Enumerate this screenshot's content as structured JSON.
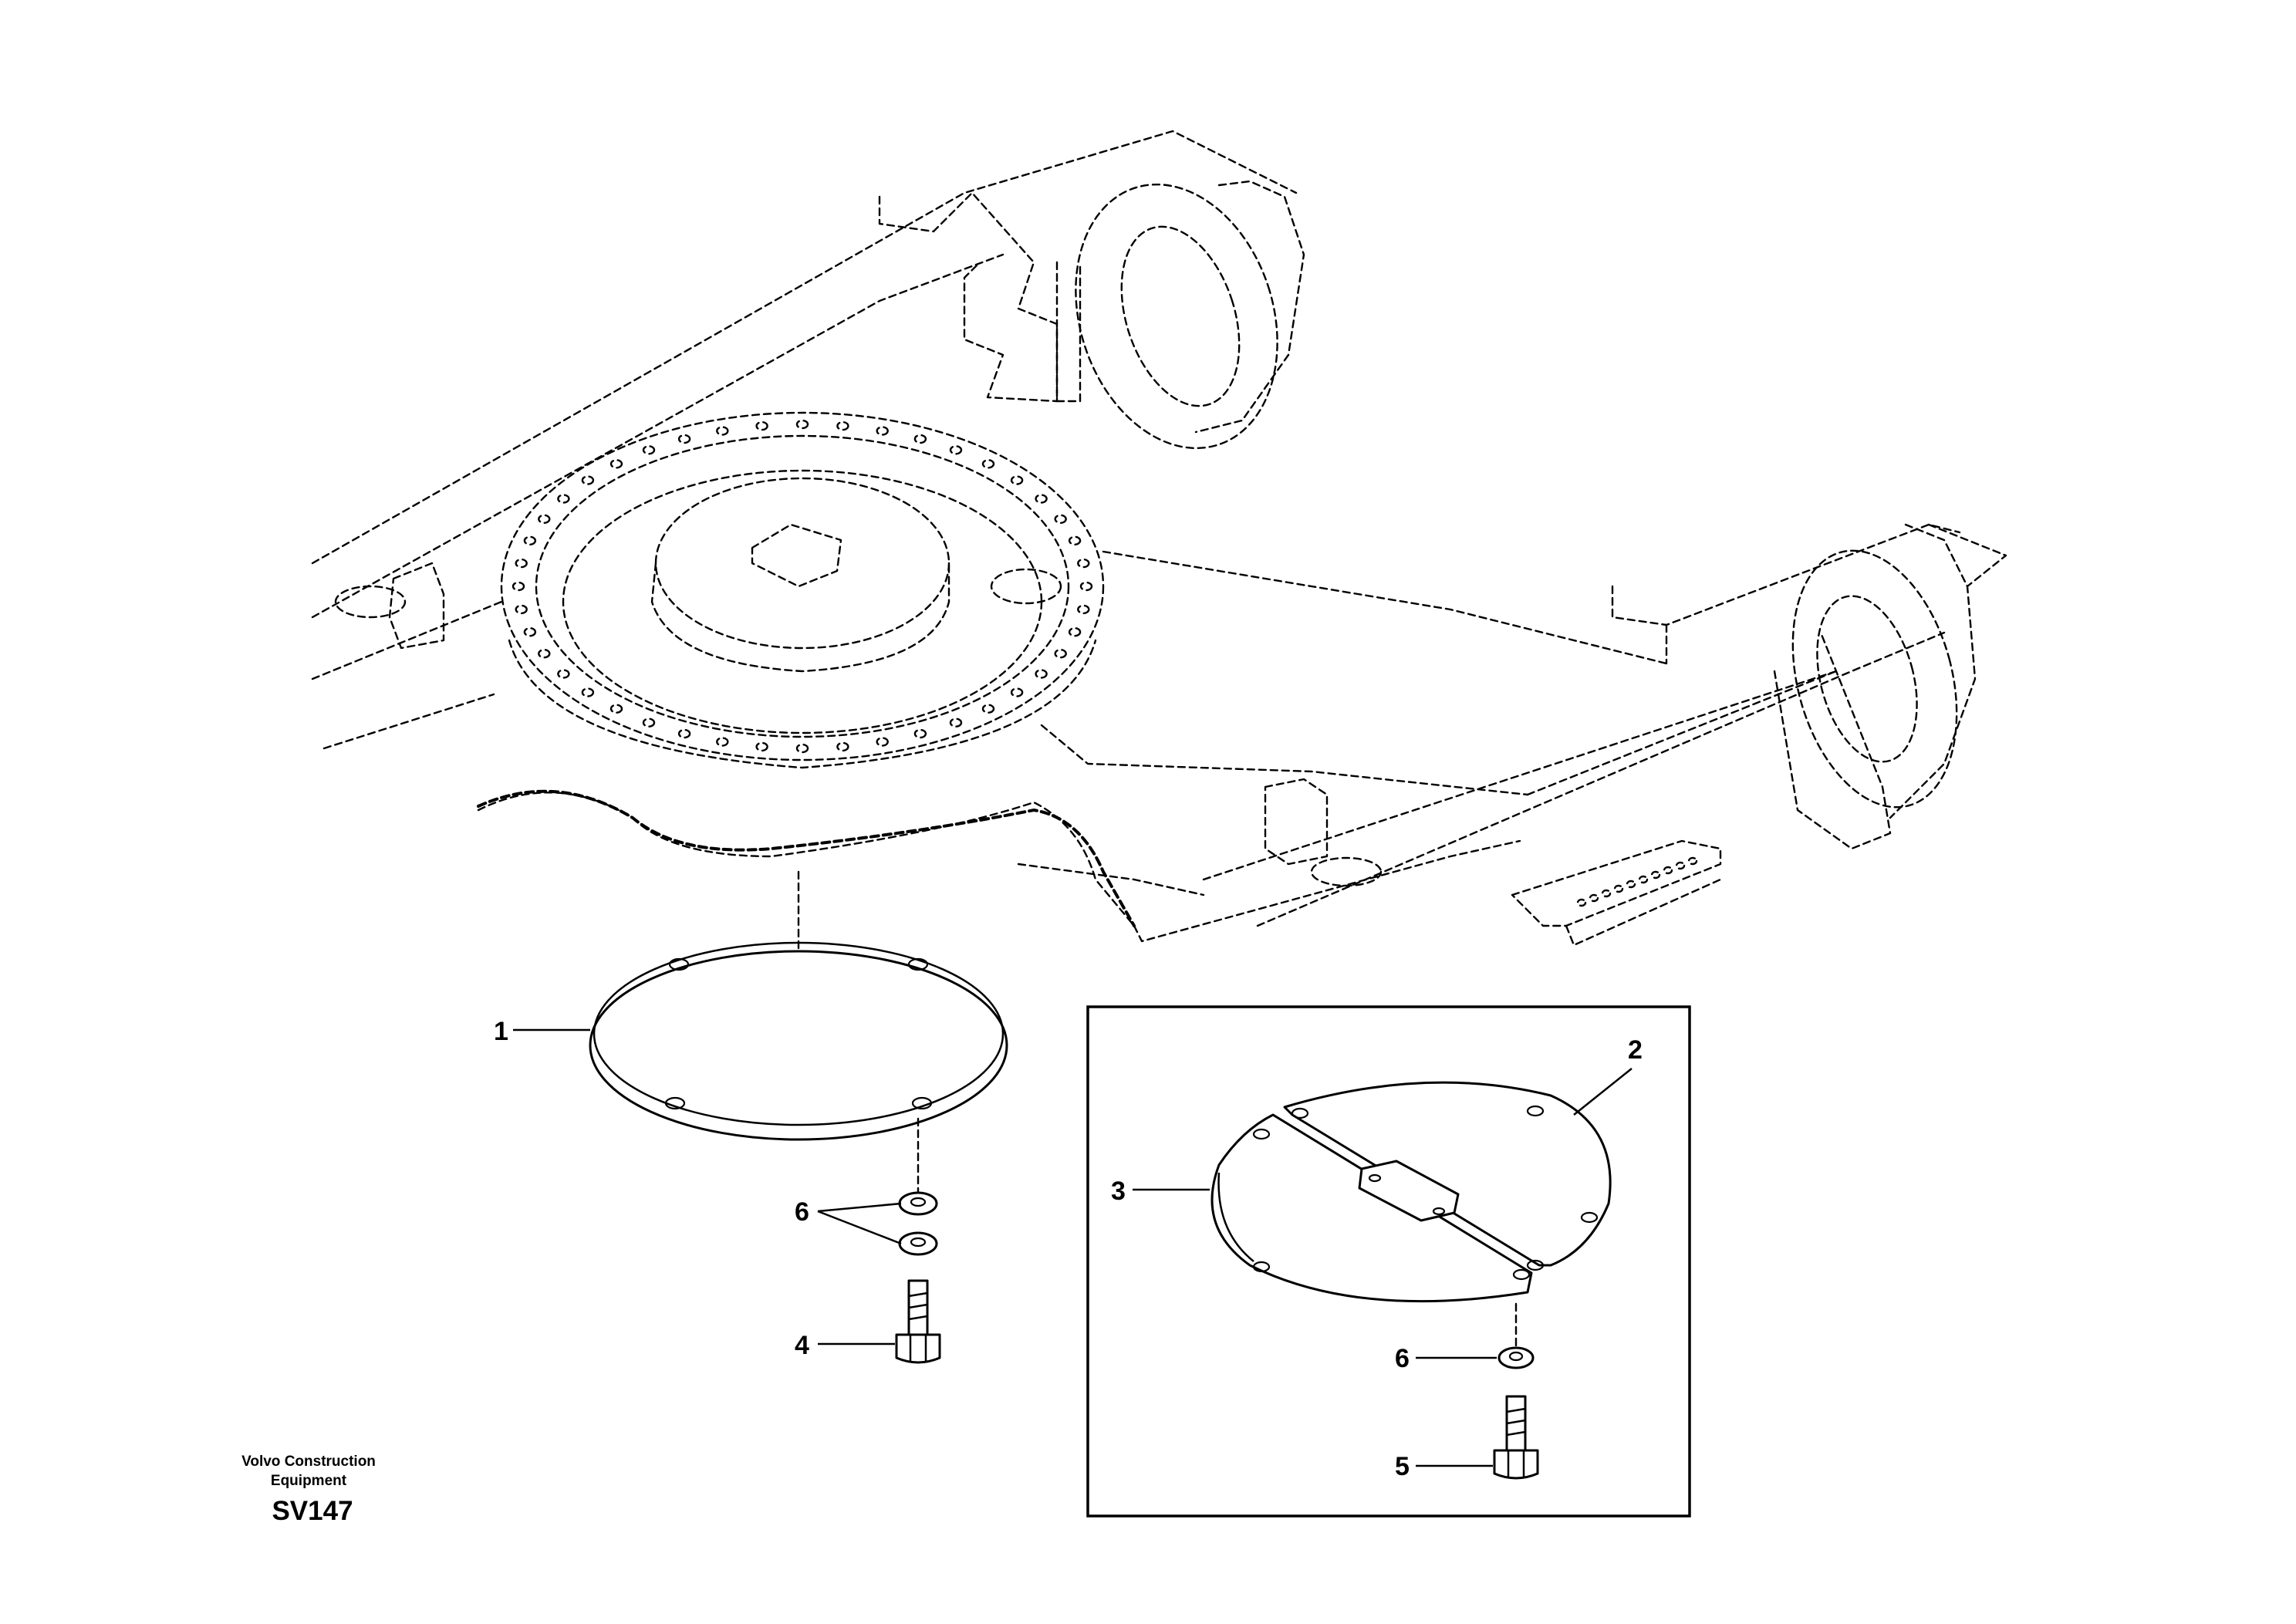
{
  "callouts": {
    "c1": "1",
    "c2": "2",
    "c3": "3",
    "c4": "4",
    "c5": "5",
    "c6_main": "6",
    "c6_inset": "6"
  },
  "credit": {
    "line1": "Volvo Construction",
    "line2": "Equipment"
  },
  "drawing_code": "SV147"
}
